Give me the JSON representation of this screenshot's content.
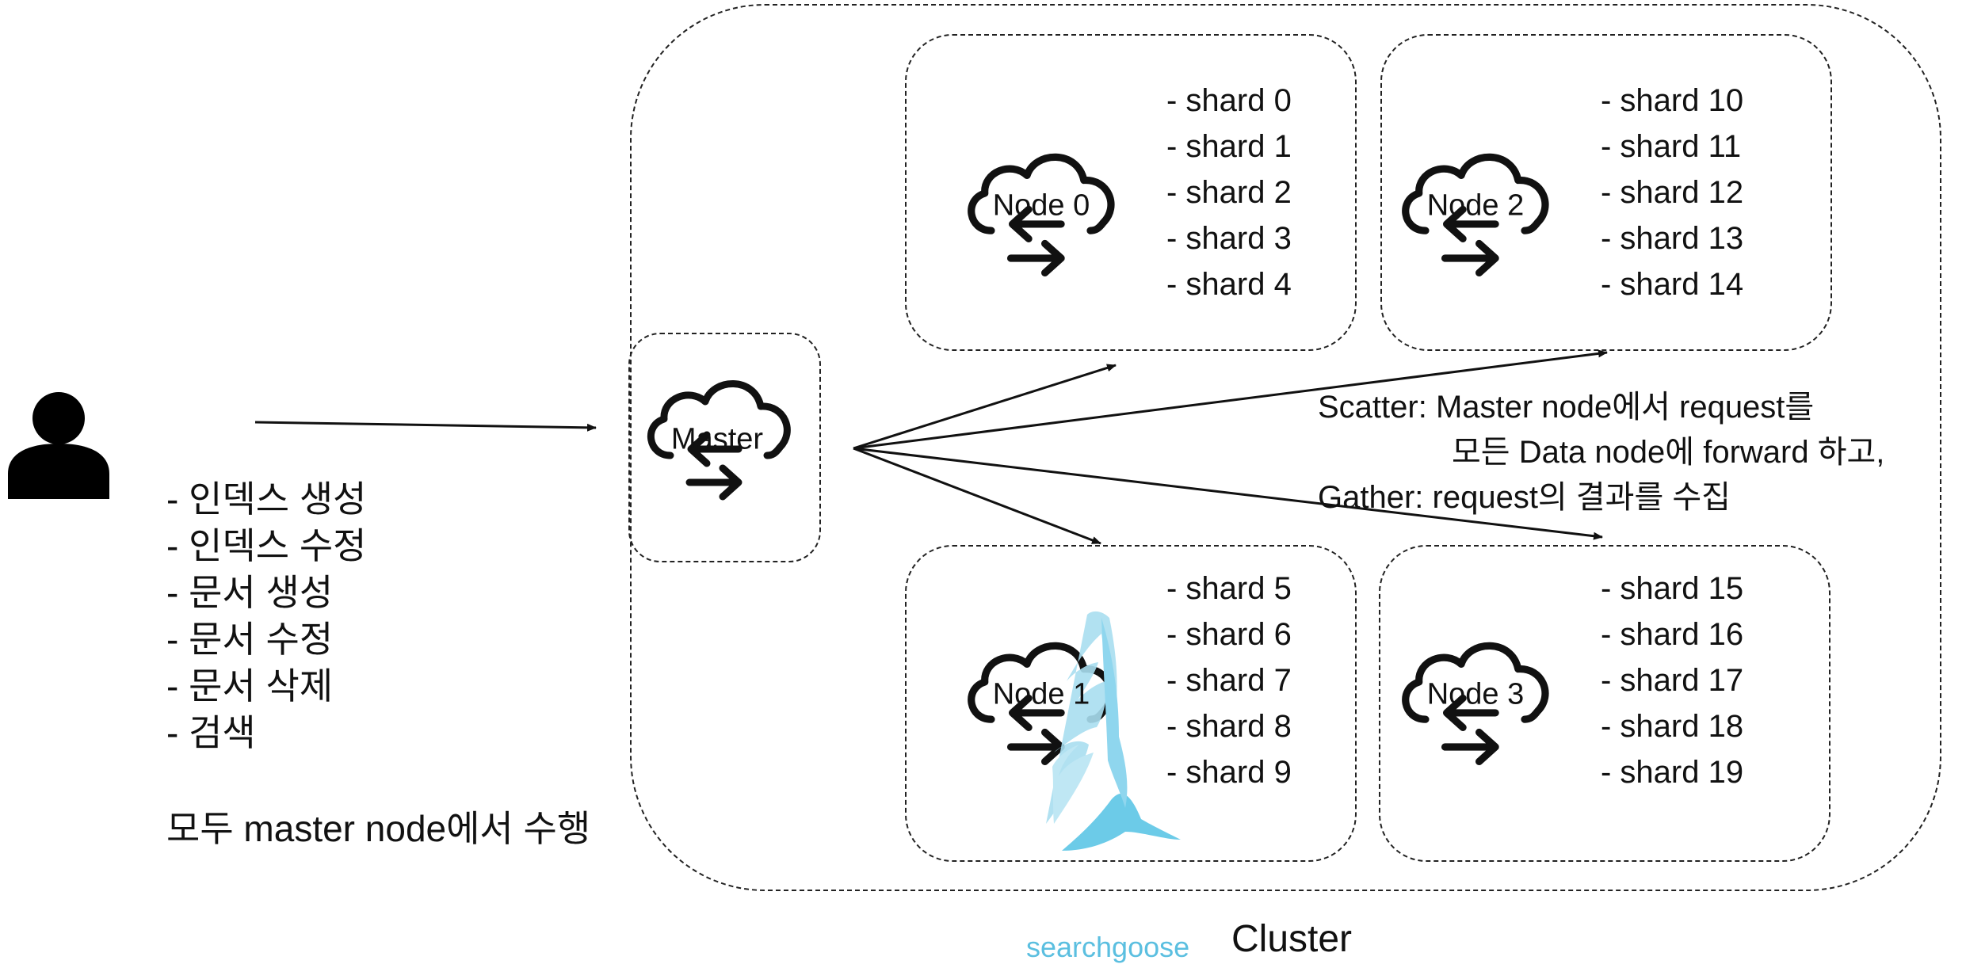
{
  "user_operations": [
    "- 인덱스 생성",
    "- 인덱스 수정",
    "- 문서 생성",
    "- 문서 수정",
    "- 문서 삭제",
    "- 검색"
  ],
  "master_note": "모두 master node에서 수행",
  "master_label": "Master",
  "nodes": [
    {
      "label": "Node 0",
      "shards": [
        "- shard 0",
        "- shard 1",
        "- shard 2",
        "- shard 3",
        "- shard 4"
      ]
    },
    {
      "label": "Node 2",
      "shards": [
        "- shard 10",
        "- shard 11",
        "- shard 12",
        "- shard 13",
        "- shard 14"
      ]
    },
    {
      "label": "Node 1",
      "shards": [
        "- shard 5",
        "- shard 6",
        "- shard 7",
        "- shard 8",
        "- shard 9"
      ]
    },
    {
      "label": "Node 3",
      "shards": [
        "- shard 15",
        "- shard 16",
        "- shard 17",
        "- shard 18",
        "- shard 19"
      ]
    }
  ],
  "scatter_line1": "Scatter: Master node에서 request를",
  "scatter_line2": "모든 Data node에 forward 하고,",
  "gather_line": "Gather: request의 결과를 수집",
  "brand_text": "searchgoose",
  "cluster_label": "Cluster",
  "colors": {
    "brand": "#5bbfe0",
    "line": "#111111"
  },
  "icons": {
    "user": "person-icon",
    "cloud": "cloud-sync-icon",
    "logo": "goose-logo-icon"
  }
}
